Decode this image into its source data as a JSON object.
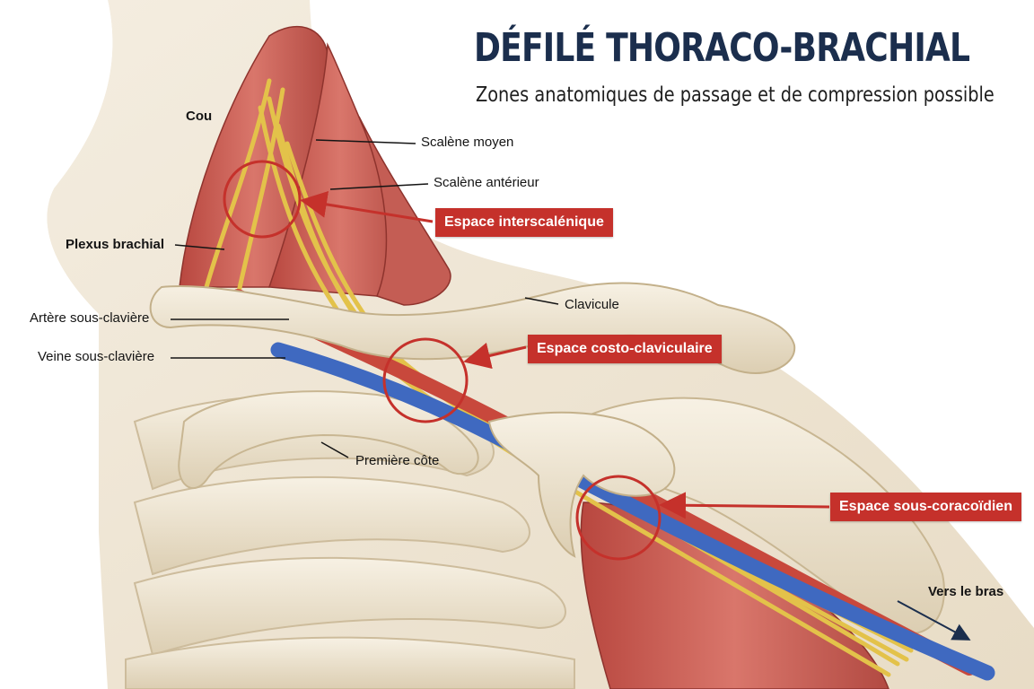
{
  "header": {
    "title": "DÉFILÉ THORACO-BRACHIAL",
    "subtitle": "Zones anatomiques de passage et de compression possible"
  },
  "labels": {
    "cou": "Cou",
    "plexus": "Plexus brachial",
    "artere": "Artère sous-clavière",
    "veine": "Veine sous-clavière",
    "scalene_moyen": "Scalène moyen",
    "scalene_anterieur": "Scalène antérieur",
    "clavicule": "Clavicule",
    "premiere_cote": "Première côte",
    "vers_bras": "Vers le bras"
  },
  "zones": {
    "interscalenique": "Espace interscalénique",
    "costo_claviculaire": "Espace costo-claviculaire",
    "sous_coracoidien": "Espace sous-coracoïdien"
  },
  "colors": {
    "zone_red": "#c5312b",
    "artery": "#c8483c",
    "vein": "#3f69c0",
    "nerve": "#e3c24a",
    "muscle": "#c9625a",
    "bone": "#efe7d3",
    "title": "#1b2e4d"
  }
}
